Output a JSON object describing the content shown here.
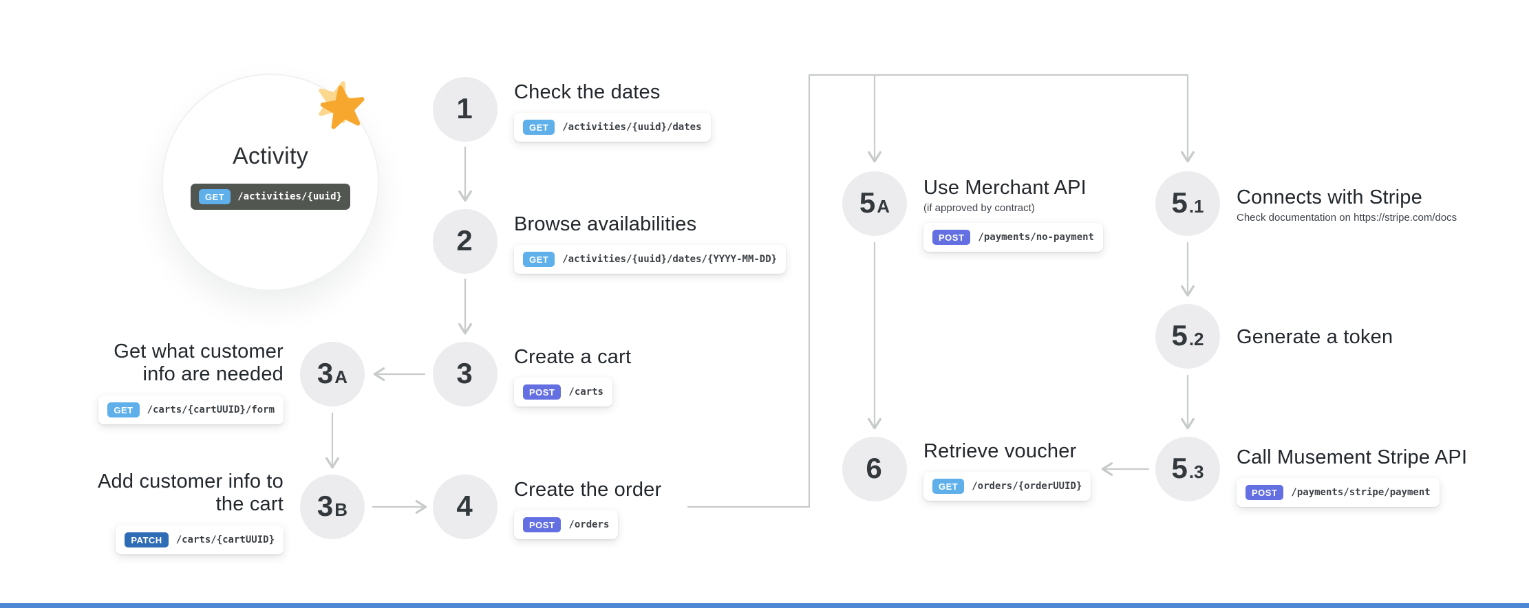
{
  "activity": {
    "title": "Activity",
    "method": "GET",
    "endpoint": "/activities/{uuid}"
  },
  "steps": [
    {
      "num": "1",
      "sub": "",
      "title": "Check the dates",
      "method": "GET",
      "endpoint": "/activities/{uuid}/dates"
    },
    {
      "num": "2",
      "sub": "",
      "title": "Browse availabilities",
      "method": "GET",
      "endpoint": "/activities/{uuid}/dates/{YYYY-MM-DD}"
    },
    {
      "num": "3",
      "sub": "",
      "title": "Create a cart",
      "method": "POST",
      "endpoint": "/carts"
    },
    {
      "num": "3",
      "sub": "A",
      "title": "Get what customer info are needed",
      "method": "GET",
      "endpoint": "/carts/{cartUUID}/form"
    },
    {
      "num": "3",
      "sub": "B",
      "title": "Add customer info to the cart",
      "method": "PATCH",
      "endpoint": "/carts/{cartUUID}"
    },
    {
      "num": "4",
      "sub": "",
      "title": "Create the order",
      "method": "POST",
      "endpoint": "/orders"
    },
    {
      "num": "5",
      "sub": "A",
      "title": "Use Merchant API",
      "note": "(if approved by contract)",
      "method": "POST",
      "endpoint": "/payments/no-payment"
    },
    {
      "num": "5",
      "sub": ".1",
      "title": "Connects with Stripe",
      "note": "Check documentation on https://stripe.com/docs"
    },
    {
      "num": "5",
      "sub": ".2",
      "title": "Generate a token"
    },
    {
      "num": "5",
      "sub": ".3",
      "title": "Call Musement Stripe API",
      "method": "POST",
      "endpoint": "/payments/stripe/payment"
    },
    {
      "num": "6",
      "sub": "",
      "title": "Retrieve voucher",
      "method": "GET",
      "endpoint": "/orders/{orderUUID}"
    }
  ],
  "icons": {
    "star": "star-icon"
  },
  "colors": {
    "get": "#5fb0ea",
    "post": "#6470e2",
    "patch": "#2e6cb5",
    "activity-badge": "#515650",
    "line": "#c7cbca",
    "circle": "#ececee",
    "ink": "#33383c",
    "bottom-bar": "#4e86d6"
  }
}
